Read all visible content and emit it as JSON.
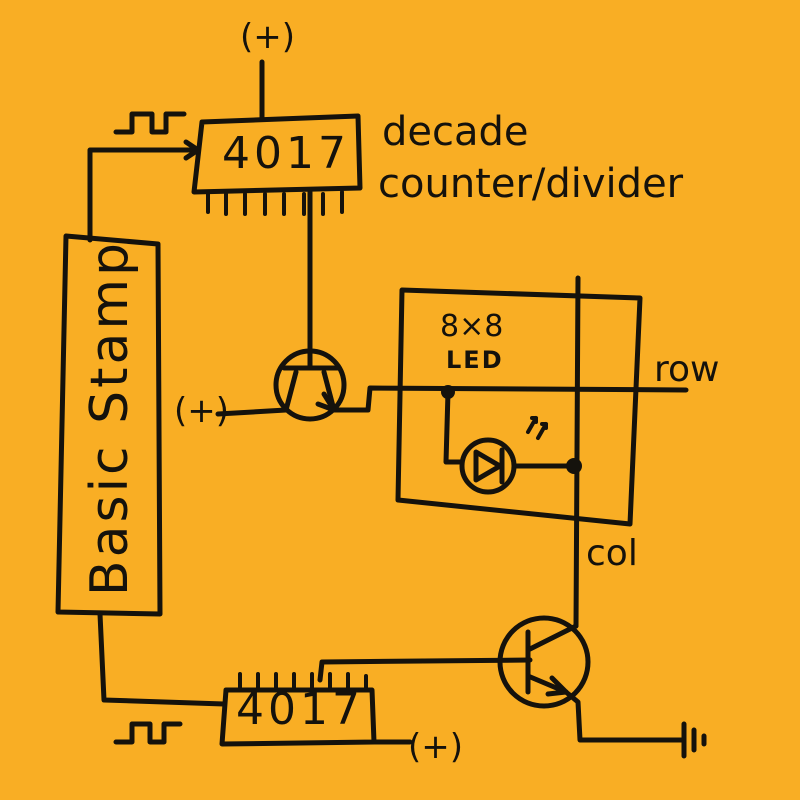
{
  "diagram": {
    "chip_top": {
      "label": "4017",
      "description_line1": "decade",
      "description_line2": "counter/divider",
      "supply": "(+)"
    },
    "chip_bottom": {
      "label": "4017",
      "supply": "(+)"
    },
    "microcontroller": {
      "label": "Basic Stamp"
    },
    "led_matrix": {
      "size_label": "8×8",
      "type_label": "LED",
      "row_label": "row",
      "col_label": "col"
    },
    "pnp_transistor": {
      "supply": "(+)"
    },
    "colors": {
      "paper": "#F9AE24",
      "ink": "#15120C"
    }
  }
}
